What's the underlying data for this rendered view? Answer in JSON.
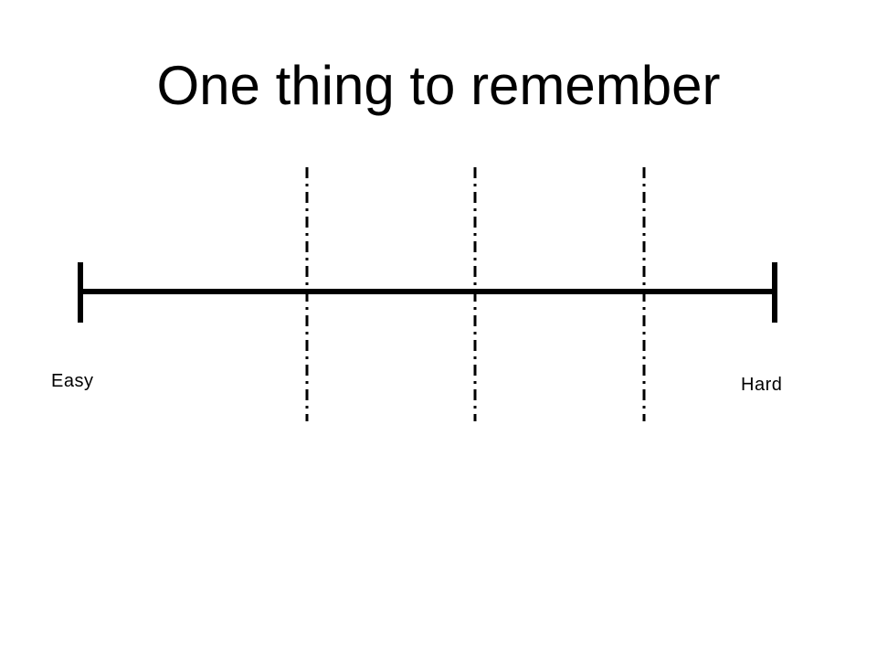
{
  "slide": {
    "title": "One thing to remember"
  },
  "scale": {
    "left_label": "Easy",
    "right_label": "Hard",
    "divider_count": 3,
    "line_color": "#000000"
  }
}
